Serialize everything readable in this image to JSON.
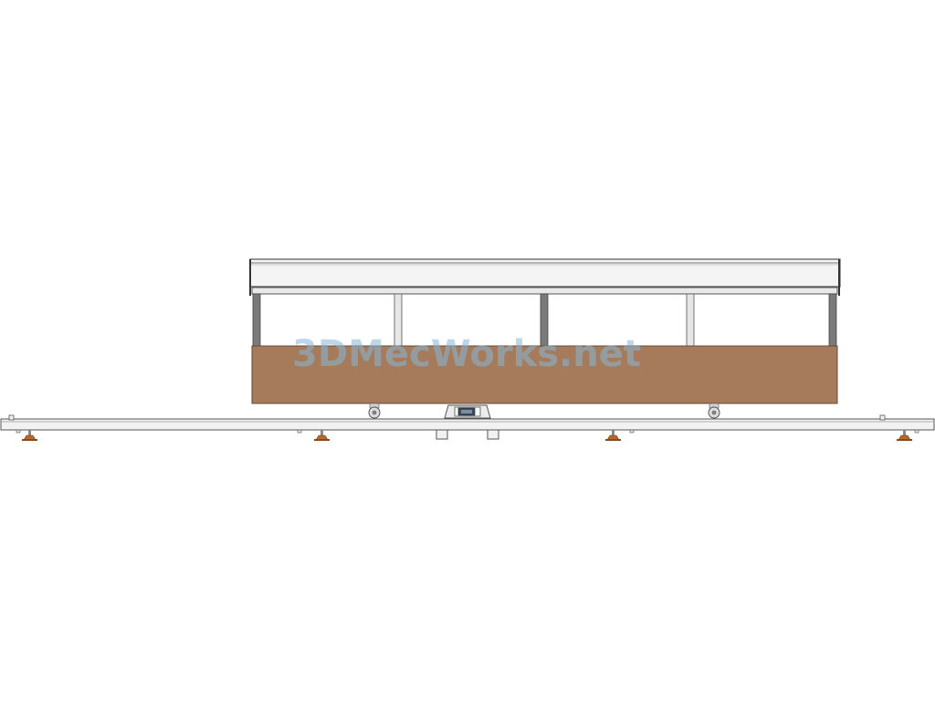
{
  "watermark": {
    "text": "3DMecWorks.net",
    "color": "#88b8d8"
  },
  "colors": {
    "background": "#ffffff",
    "outline": "#555555",
    "rail_fill": "#f2f2f2",
    "frame_fill": "#f4f4f4",
    "post_light": "#e6e6e6",
    "post_dark": "#7a7a7a",
    "panel_wood": "#a67b5b",
    "panel_edge": "#6b4a33",
    "foot_bronze": "#b8682b",
    "wheel_fill": "#dcdcdc",
    "motor_dark": "#3c4a5a"
  },
  "parts": {
    "top_tube": "top-tube",
    "support_bar": "support-bar",
    "posts": [
      "post",
      "post",
      "post",
      "post",
      "post"
    ],
    "side_panel": "side-panel",
    "wheels": [
      "wheel",
      "wheel"
    ],
    "drive_unit": "drive-unit",
    "base_rail": "base-rail",
    "leveling_feet": [
      "leveling-foot",
      "leveling-foot",
      "leveling-foot",
      "leveling-foot"
    ]
  }
}
